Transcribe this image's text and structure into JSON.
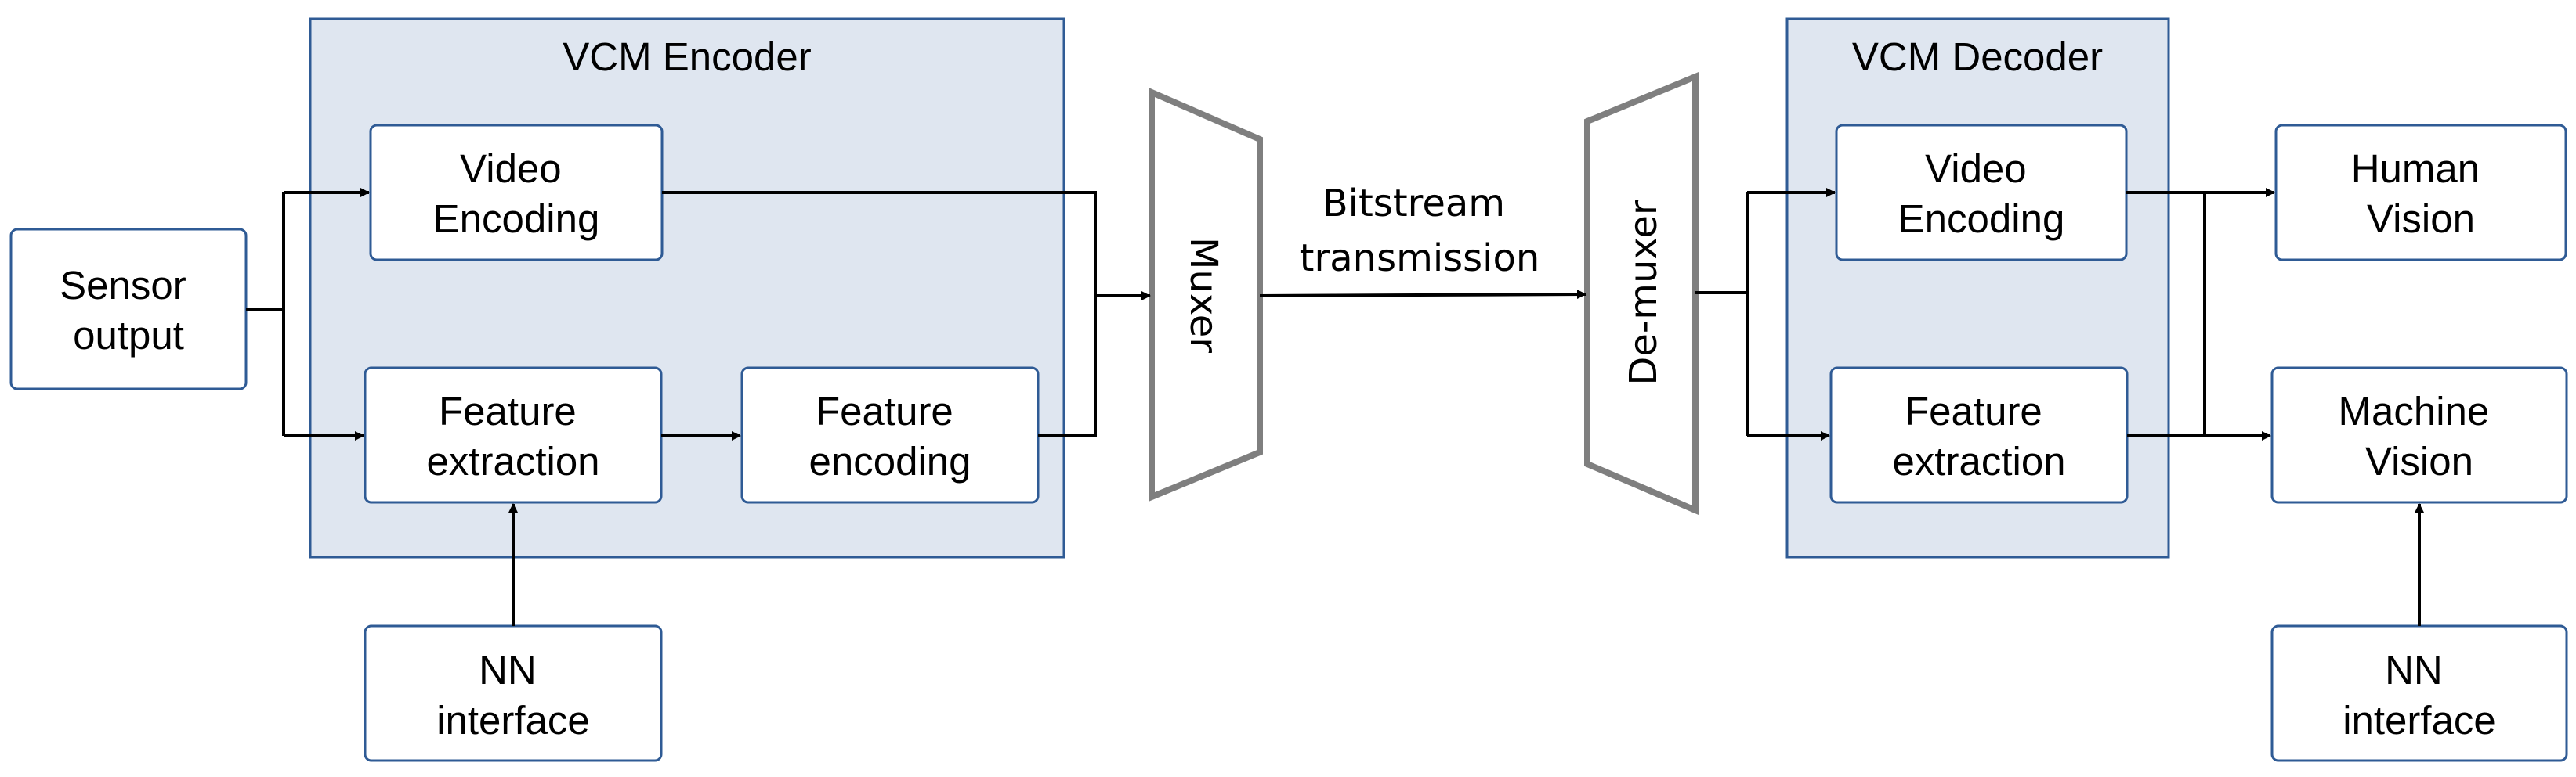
{
  "encoder": {
    "title": "VCM Encoder"
  },
  "decoder": {
    "title": "VCM Decoder"
  },
  "sensor": {
    "line1": "Sensor",
    "line2": "output"
  },
  "enc_video": {
    "line1": "Video",
    "line2": "Encoding"
  },
  "enc_feature_extraction": {
    "line1": "Feature",
    "line2": "extraction"
  },
  "enc_feature_encoding": {
    "line1": "Feature",
    "line2": "encoding"
  },
  "enc_nn": {
    "line1": "NN",
    "line2": "interface"
  },
  "muxer": {
    "label": "Muxer"
  },
  "bitstream": {
    "line1": "Bitstream",
    "line2": "transmission"
  },
  "demuxer": {
    "label": "De-muxer"
  },
  "dec_video": {
    "line1": "Video",
    "line2": "Encoding"
  },
  "dec_feature_extraction": {
    "line1": "Feature",
    "line2": "extraction"
  },
  "human_vision": {
    "line1": "Human",
    "line2": "Vision"
  },
  "machine_vision": {
    "line1": "Machine",
    "line2": "Vision"
  },
  "dec_nn": {
    "line1": "NN",
    "line2": "interface"
  },
  "colors": {
    "container_fill": "#dfe6f0",
    "border_blue": "#2f5b95",
    "trapezoid_gray": "#7f7f7f",
    "line": "#000000"
  }
}
